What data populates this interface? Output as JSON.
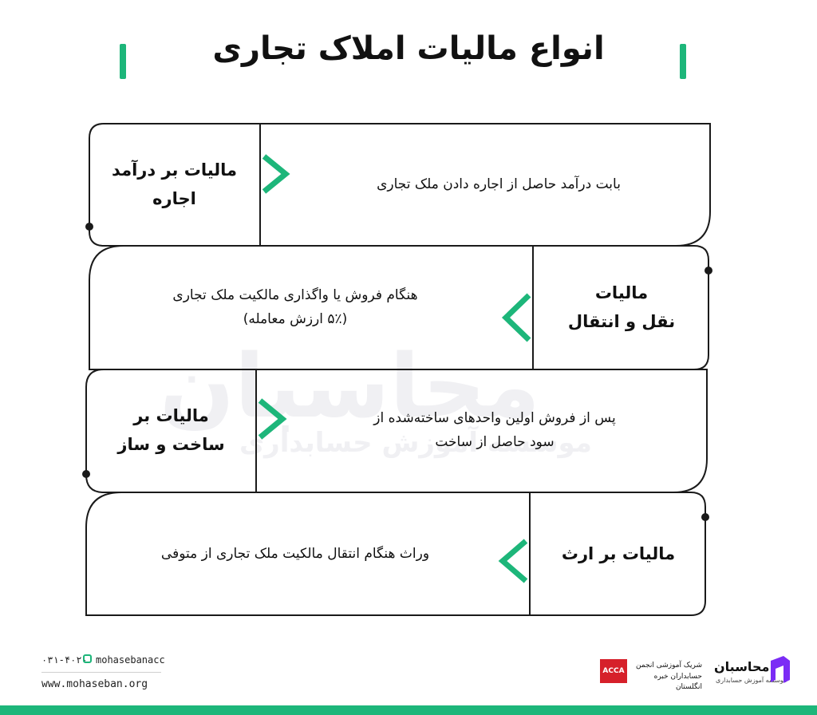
{
  "title": "انواع مالیات املاک تجاری",
  "rows": [
    {
      "label_line1": "مالیات بر درآمد",
      "label_line2": "اجاره",
      "desc_line1": "بابت درآمد حاصل از اجاره دادن ملک تجاری",
      "desc_line2": ""
    },
    {
      "label_line1": "مالیات",
      "label_line2": "نقل و انتقال",
      "desc_line1": "هنگام فروش یا واگذاری مالکیت ملک تجاری",
      "desc_line2": "(۵٪ ارزش معامله)"
    },
    {
      "label_line1": "مالیات بر",
      "label_line2": "ساخت و ساز",
      "desc_line1": "پس از فروش اولین واحدهای ساخته‌شده از",
      "desc_line2": "سود حاصل از ساخت"
    },
    {
      "label_line1": "مالیات بر ارث",
      "label_line2": "",
      "desc_line1": "وراث هنگام انتقال مالکیت ملک تجاری از متوفی",
      "desc_line2": ""
    }
  ],
  "watermark": {
    "brand": "محاسبان",
    "sub": "موسسه آموزش حسابداری"
  },
  "footer": {
    "phone": "۰۳۱-۴۰۲۰",
    "instagram": "mohasebanacc",
    "website": "www.mohaseban.org",
    "acca_badge": "ACCA",
    "acca_line1": "شریک آموزشی انجمن",
    "acca_line2": "حسابداران خبره انگلستان",
    "logo_name": "محاسبان",
    "logo_sub": "موسسه آموزش حسابداری"
  },
  "colors": {
    "accent": "#1db67a",
    "stroke": "#1a1a1a"
  }
}
